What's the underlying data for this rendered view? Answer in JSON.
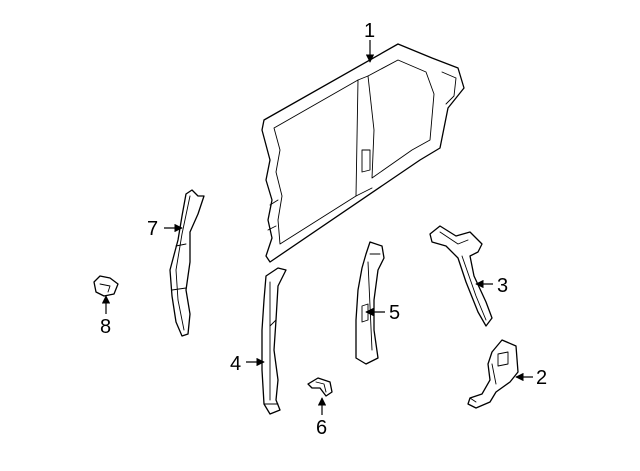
{
  "callouts": [
    {
      "id": "1",
      "label": "1"
    },
    {
      "id": "2",
      "label": "2"
    },
    {
      "id": "3",
      "label": "3"
    },
    {
      "id": "4",
      "label": "4"
    },
    {
      "id": "5",
      "label": "5"
    },
    {
      "id": "6",
      "label": "6"
    },
    {
      "id": "7",
      "label": "7"
    },
    {
      "id": "8",
      "label": "8"
    }
  ],
  "colors": {
    "line": "#000000",
    "background": "#ffffff"
  }
}
